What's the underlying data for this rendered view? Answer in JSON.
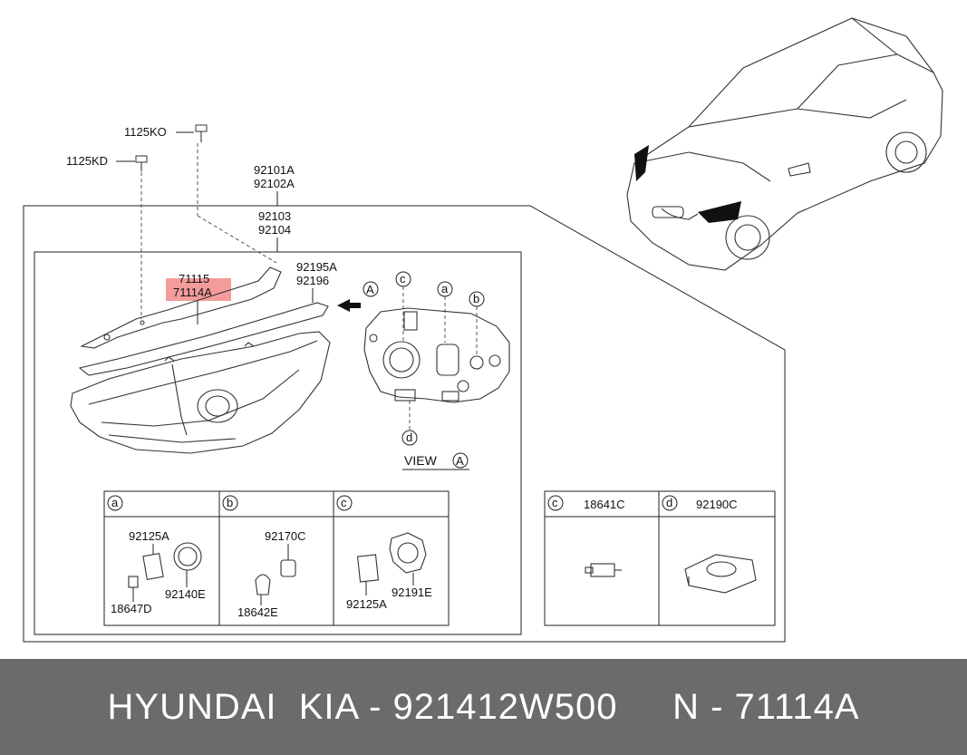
{
  "bolts": {
    "top_bolt": "1125KO",
    "side_bolt": "1125KD"
  },
  "assembly": {
    "part_a": "92101A",
    "part_b": "92102A",
    "part_c": "92103",
    "part_d": "92104"
  },
  "trim": {
    "part_1": "71115",
    "part_2": "71114A",
    "highlight_color": "#f28a8a"
  },
  "seal": {
    "part_1": "92195A",
    "part_2": "92196"
  },
  "view": {
    "callout": "A",
    "label": "VIEW",
    "markers": [
      "c",
      "a",
      "b",
      "d"
    ]
  },
  "detail_table_1": [
    {
      "key": "a",
      "parts": [
        "92125A",
        "92140E",
        "18647D"
      ]
    },
    {
      "key": "b",
      "parts": [
        "92170C",
        "18642E"
      ]
    },
    {
      "key": "c",
      "parts": [
        "92125A",
        "92191E"
      ]
    }
  ],
  "detail_table_2": [
    {
      "key": "c",
      "part": "18641C"
    },
    {
      "key": "d",
      "part": "92190C"
    }
  ],
  "footer": {
    "text": "HYUNDAI  KIA - 921412W500     N - 71114A",
    "background": "#6b6b6b"
  }
}
